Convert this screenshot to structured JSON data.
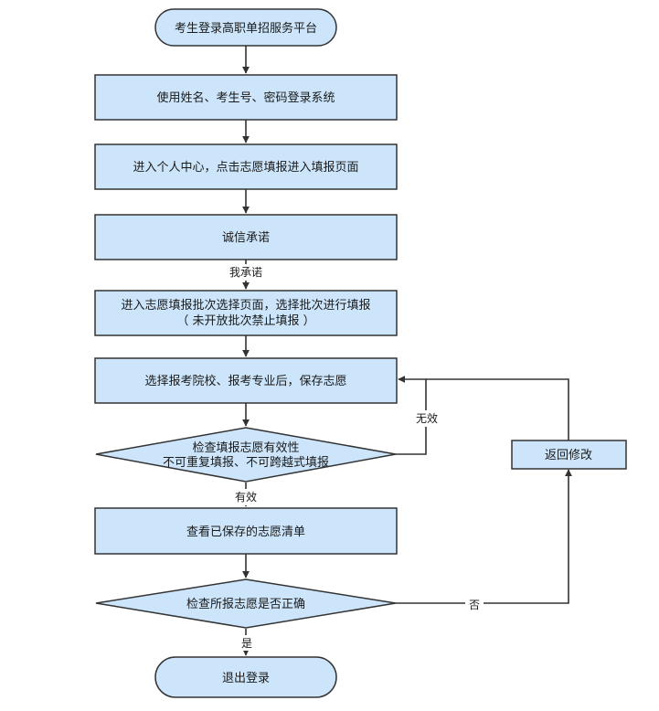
{
  "nodes": {
    "start": "考生登录高职单招服务平台",
    "login": "使用姓名、考生号、密码登录系统",
    "personal_center": "进入个人中心，点击志愿填报进入填报页面",
    "integrity": "诚信承诺",
    "select_batch_line1": "进入志愿填报批次选择页面，选择批次进行填报",
    "select_batch_line2": "（ 未开放批次禁止填报 ）",
    "select_school": "选择报考院校、报考专业后，保存志愿",
    "check_validity_line1": "检查填报志愿有效性",
    "check_validity_line2": "不可重复填报、不可跨越式填报",
    "view_saved": "查看已保存的志愿清单",
    "check_correct": "检查所报志愿是否正确",
    "return_modify": "返回修改",
    "logout": "退出登录"
  },
  "edges": {
    "promise": "我承诺",
    "invalid": "无效",
    "valid": "有效",
    "no": "否",
    "yes": "是"
  }
}
